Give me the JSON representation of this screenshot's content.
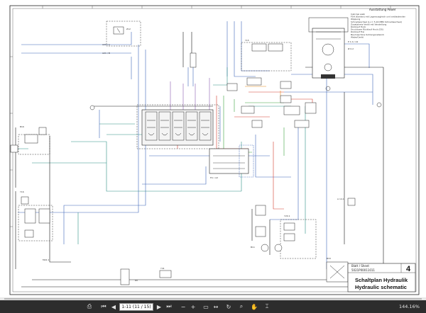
{
  "viewer": {
    "page_indicator": "1-11 (11 / 15)",
    "zoom": "144.16%"
  },
  "toolbar_icons": [
    "print-icon",
    "first-page-icon",
    "prev-page-icon",
    "next-page-icon",
    "last-page-icon",
    "zoom-out-icon",
    "zoom-in-icon",
    "fit-page-icon",
    "fit-width-icon",
    "rotate-icon",
    "search-icon",
    "hand-icon",
    "select-icon"
  ],
  "drawing": {
    "title_de": "Schaltplan Hydraulik",
    "title_en": "Hydraulic schematic",
    "sheet_label": "Blatt / Sheet",
    "sheet_number": "4",
    "doc_code": "5021P00011011",
    "legend_title": "Ausstattung Power",
    "legend_lines": [
      "Cabi bei welk",
      "FSH (Kardan) mit Lagerausgleich und antilastender",
      "Wippung",
      "Schnellwechsel (L<= 5,16 MBS Schnellwechsel)",
      "Zusatzkreis Ventil mit Verstellung",
      "Rücklauf Hock",
      "Druckloser Rücklauf Hock (DS)",
      "Rücklauf Frei",
      "Baumaschine Kuhlungsnetwork",
      "Wabe/Gerät"
    ]
  },
  "colors": {
    "line_black": "#1a1a1a",
    "line_blue": "#3f67b8",
    "line_teal": "#2e8f86",
    "line_red": "#d23b2e",
    "line_green": "#3aa23f",
    "line_purple": "#8a5bb0",
    "line_orange": "#e48a1c",
    "toolbar_bg": "#2d2d2d"
  }
}
